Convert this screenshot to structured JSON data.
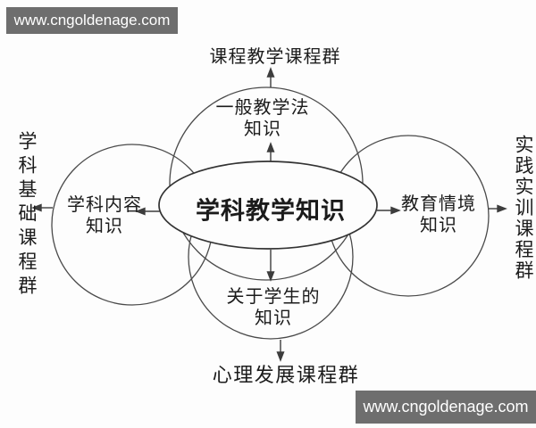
{
  "watermark": {
    "top_left": "www.cngoldenage.com",
    "bottom_right": "www.cngoldenage.com"
  },
  "diagram": {
    "center_label": "学科教学知识",
    "circles": {
      "top": {
        "line1": "一般教学法",
        "line2": "知识"
      },
      "left": {
        "line1": "学科内容",
        "line2": "知识"
      },
      "right": {
        "line1": "教育情境",
        "line2": "知识"
      },
      "bottom": {
        "line1": "关于学生的",
        "line2": "知识"
      }
    },
    "course_groups": {
      "top": "课程教学课程群",
      "bottom": "心理发展课程群",
      "left": "学科基础课程群",
      "right": "实践实训课程群"
    }
  },
  "colors": {
    "line": "#3d3d3d",
    "text": "#1b1b1b",
    "watermark_bg": "#6e6e6e",
    "watermark_text": "#ffffff",
    "background": "#fdfdfd"
  }
}
